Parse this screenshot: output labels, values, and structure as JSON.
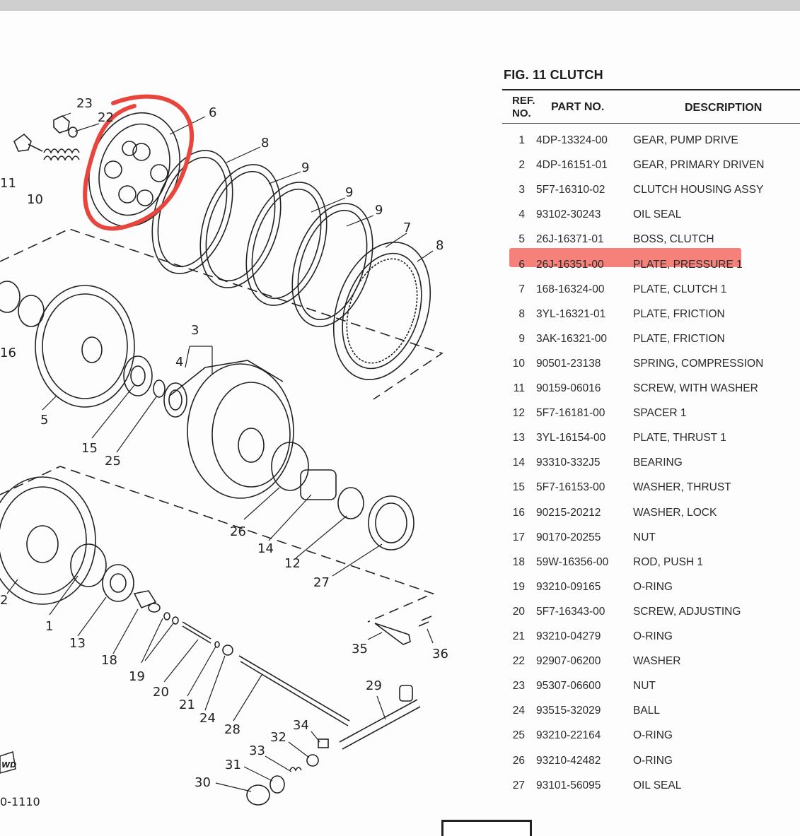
{
  "figure": {
    "title": "FIG. 11  CLUTCH",
    "diagram_code": "0-1110",
    "logo_text": "WD"
  },
  "table": {
    "headers": {
      "ref": "REF. NO.",
      "part": "PART NO.",
      "desc": "DESCRIPTION"
    },
    "rows": [
      {
        "ref": "1",
        "part": "4DP-13324-00",
        "desc": "GEAR, PUMP DRIVE"
      },
      {
        "ref": "2",
        "part": "4DP-16151-01",
        "desc": "GEAR, PRIMARY DRIVEN"
      },
      {
        "ref": "3",
        "part": "5F7-16310-02",
        "desc": "CLUTCH HOUSING ASSY"
      },
      {
        "ref": "4",
        "part": "93102-30243",
        "desc": "OIL SEAL"
      },
      {
        "ref": "5",
        "part": "26J-16371-01",
        "desc": "BOSS, CLUTCH"
      },
      {
        "ref": "6",
        "part": "26J-16351-00",
        "desc": "PLATE, PRESSURE 1"
      },
      {
        "ref": "7",
        "part": "168-16324-00",
        "desc": "PLATE, CLUTCH 1"
      },
      {
        "ref": "8",
        "part": "3YL-16321-01",
        "desc": "PLATE, FRICTION"
      },
      {
        "ref": "9",
        "part": "3AK-16321-00",
        "desc": "PLATE, FRICTION"
      },
      {
        "ref": "10",
        "part": "90501-23138",
        "desc": "SPRING, COMPRESSION"
      },
      {
        "ref": "11",
        "part": "90159-06016",
        "desc": "SCREW, WITH WASHER"
      },
      {
        "ref": "12",
        "part": "5F7-16181-00",
        "desc": "SPACER 1"
      },
      {
        "ref": "13",
        "part": "3YL-16154-00",
        "desc": "PLATE, THRUST 1"
      },
      {
        "ref": "14",
        "part": "93310-332J5",
        "desc": "BEARING"
      },
      {
        "ref": "15",
        "part": "5F7-16153-00",
        "desc": "WASHER, THRUST"
      },
      {
        "ref": "16",
        "part": "90215-20212",
        "desc": "WASHER, LOCK"
      },
      {
        "ref": "17",
        "part": "90170-20255",
        "desc": "NUT"
      },
      {
        "ref": "18",
        "part": "59W-16356-00",
        "desc": "ROD, PUSH 1"
      },
      {
        "ref": "19",
        "part": "93210-09165",
        "desc": "O-RING"
      },
      {
        "ref": "20",
        "part": "5F7-16343-00",
        "desc": "SCREW, ADJUSTING"
      },
      {
        "ref": "21",
        "part": "93210-04279",
        "desc": "O-RING"
      },
      {
        "ref": "22",
        "part": "92907-06200",
        "desc": "WASHER"
      },
      {
        "ref": "23",
        "part": "95307-06600",
        "desc": "NUT"
      },
      {
        "ref": "24",
        "part": "93515-32029",
        "desc": "BALL"
      },
      {
        "ref": "25",
        "part": "93210-22164",
        "desc": "O-RING"
      },
      {
        "ref": "26",
        "part": "93210-42482",
        "desc": "O-RING"
      },
      {
        "ref": "27",
        "part": "93101-56095",
        "desc": "OIL SEAL"
      }
    ],
    "highlighted_ref": "6",
    "highlight_color": "#f36b63"
  },
  "callouts": [
    "23",
    "22",
    "6",
    "11",
    "10",
    "8",
    "9",
    "9",
    "9",
    "7",
    "8",
    "16",
    "3",
    "4",
    "5",
    "15",
    "25",
    "26",
    "14",
    "12",
    "27",
    "2",
    "1",
    "13",
    "18",
    "19",
    "20",
    "21",
    "24",
    "28",
    "35",
    "36",
    "29",
    "34",
    "32",
    "33",
    "31",
    "30"
  ],
  "annotation": {
    "circle_color": "#e8463c",
    "circled_part": "6"
  }
}
